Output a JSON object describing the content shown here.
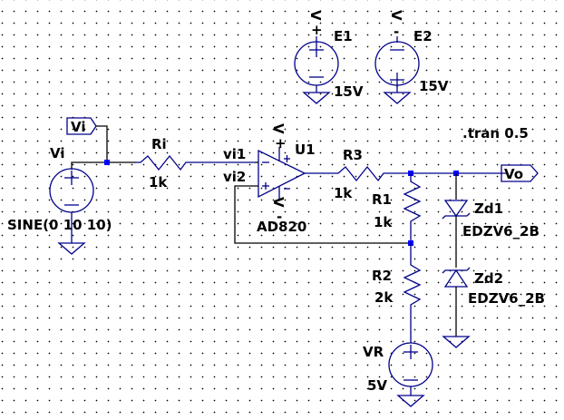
{
  "schematic": {
    "sources": {
      "E1": {
        "name": "E1",
        "value": "15V",
        "net": "V",
        "polarity": "+"
      },
      "E2": {
        "name": "E2",
        "value": "15V",
        "net": "V",
        "polarity": "-"
      },
      "Vi": {
        "name": "Vi",
        "value": "SINE(0 10 10)"
      },
      "VR": {
        "name": "VR",
        "value": "5V"
      }
    },
    "resistors": {
      "Ri": {
        "name": "Ri",
        "value": "1k"
      },
      "R3": {
        "name": "R3",
        "value": "1k"
      },
      "R1": {
        "name": "R1",
        "value": "1k"
      },
      "R2": {
        "name": "R2",
        "value": "2k"
      }
    },
    "opamp": {
      "name": "U1",
      "model": "AD820",
      "vplus": "V",
      "vplus_sign": "+",
      "vminus": "V",
      "vminus_sign": "-"
    },
    "nets": {
      "vi1": "vi1",
      "vi2": "vi2"
    },
    "diodes": {
      "Zd1": {
        "name": "Zd1",
        "model": "EDZV6_2B"
      },
      "Zd2": {
        "name": "Zd2",
        "model": "EDZV6_2B"
      }
    },
    "ports": {
      "in": "Vi",
      "out": "Vo"
    },
    "directive": ".tran 0.5",
    "colors": {
      "wire": "#000000",
      "component": "#00008b",
      "junction": "#0000ff"
    }
  }
}
